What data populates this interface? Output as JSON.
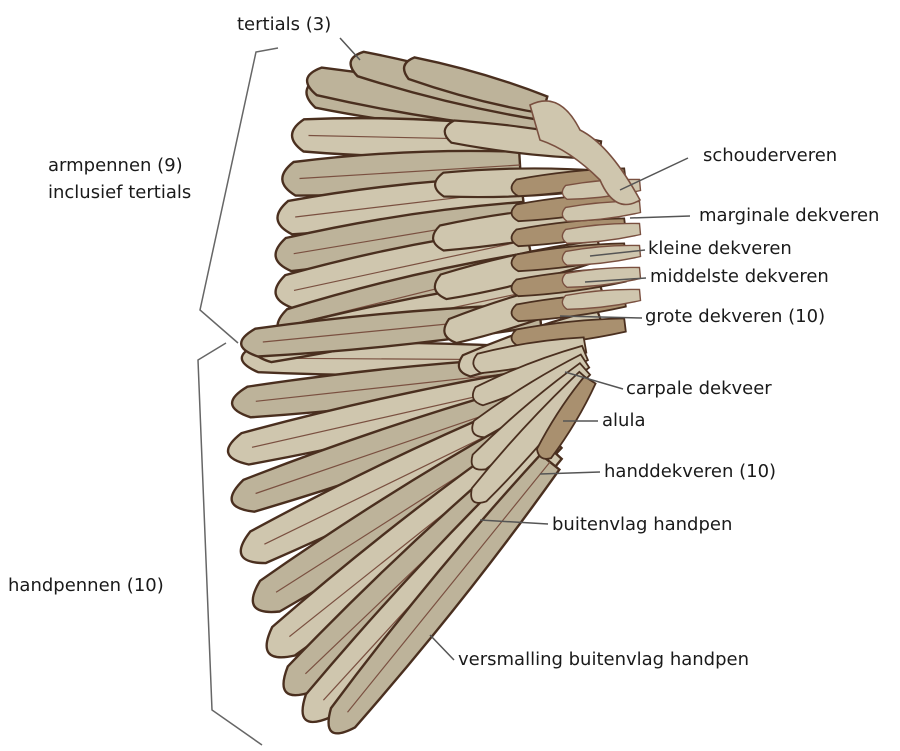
{
  "diagram": {
    "labels": {
      "tertials": "tertials (3)",
      "armpennen_line1": "armpennen (9)",
      "armpennen_line2": "inclusief tertials",
      "schouderveren": "schouderveren",
      "marginale": "marginale dekveren",
      "kleine": "kleine dekveren",
      "middelste": "middelste dekveren",
      "grote": "grote dekveren (10)",
      "carpale": "carpale dekveer",
      "alula": "alula",
      "handdekveren": "handdekveren (10)",
      "buitenvlag": "buitenvlag handpen",
      "handpennen": "handpennen (10)",
      "versmalling": "versmalling buitenvlag handpen"
    },
    "colors": {
      "feather_fill": "#bdb39a",
      "feather_light": "#cfc6ae",
      "feather_edge": "#4a2f1f",
      "feather_shadow": "#7a5040",
      "coverts_fill": "#a9906f",
      "leader_line": "#555555",
      "bracket_line": "#666666"
    }
  }
}
